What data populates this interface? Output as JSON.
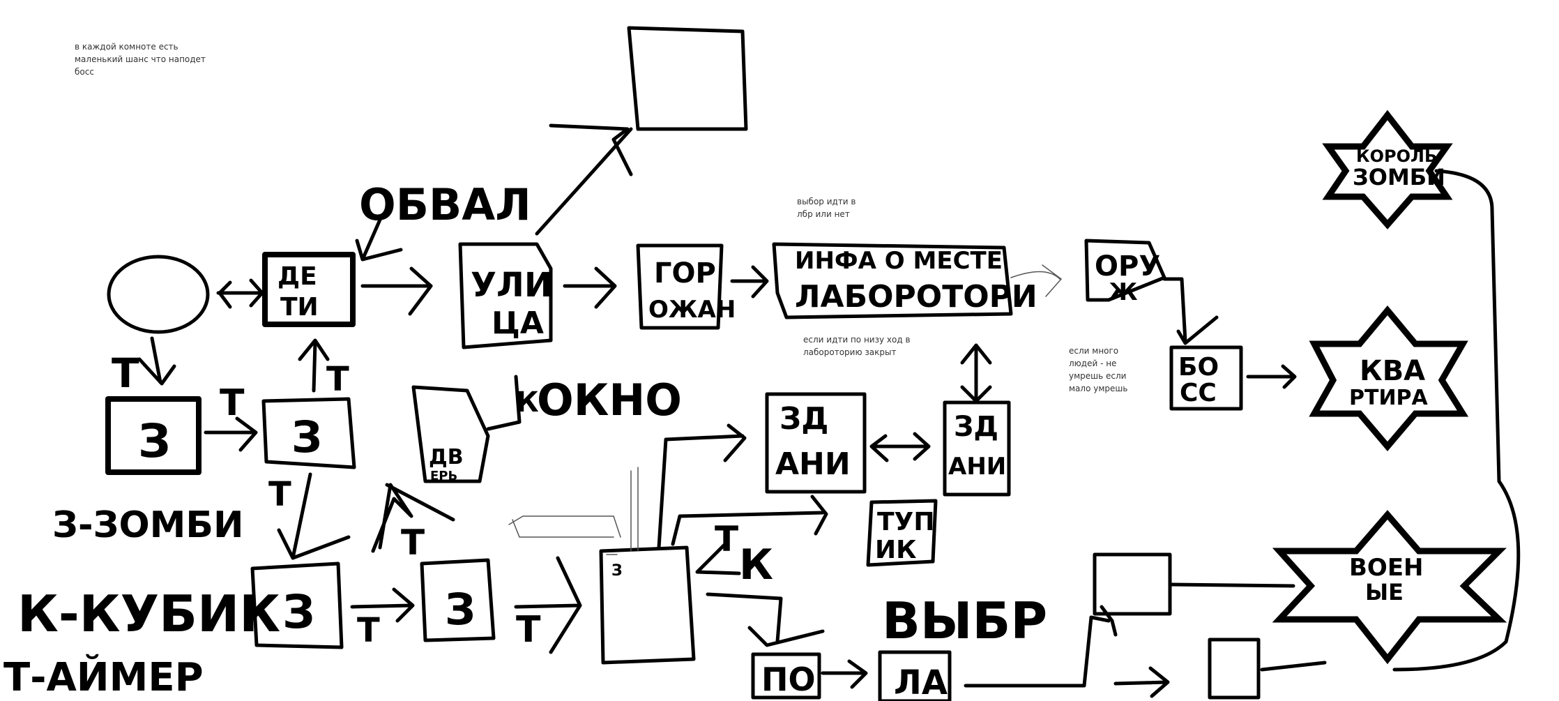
{
  "notes": {
    "boss_chance": "в каждой комноте есть\nмаленький шанс что наподет\nбосс",
    "lab_choice": "выбор идти в\nлбр или нет",
    "lab_closed": "если идти по низу ход в\nлабороторию закрыт",
    "people": "если много\nлюдей  - не\nумрешь если\nмало умрешь"
  },
  "legend": {
    "zombie": "З-ЗОМБИ",
    "cube": "К-КУБИК",
    "timer": "Т-АЙМЕР"
  },
  "nodes": {
    "deti_1": "ДЕ",
    "deti_2": "ТИ",
    "ulitsa_1": "УЛИ",
    "ulitsa_2": "ЦА",
    "gor_1": "ГОР",
    "gor_2": "ОЖАН",
    "info_1": "ИНФА О МЕСТЕ",
    "info_2": "ЛАБОРОТОРИ",
    "oruzh_1": "ОРУ",
    "oruzh_2": "Ж",
    "boss_1": "БО",
    "boss_2": "СС",
    "dver_1": "ДВ",
    "dver_2": "ЕРЬ",
    "zdan_a_1": "ЗД",
    "zdan_a_2": "АНИ",
    "zdan_b_1": "ЗД",
    "zdan_b_2": "АНИ",
    "tupik_1": "ТУП",
    "tupik_2": "ИК",
    "po": "ПО",
    "la": "ЛА",
    "z1": "З",
    "z2": "З",
    "z3": "З",
    "z4": "З",
    "small_z": "З",
    "korol_1": "КОРОЛЬ",
    "korol_2": "ЗОМБИ",
    "kvartira_1": "КВА",
    "kvartira_2": "РТИРА",
    "voen_1": "ВОЕН",
    "voen_2": "ЫЕ"
  },
  "labels": {
    "obval": "ОБВАЛ",
    "okno": "ОКНО",
    "vybr": "ВЫБР",
    "t1": "Т",
    "t2": "Т",
    "t3": "Т",
    "t4": "Т",
    "t5": "Т",
    "t6": "Т",
    "t7": "Т",
    "tk_t": "Т",
    "tk_k": "К",
    "okno_k": "К"
  },
  "colors": {
    "ink": "#000000",
    "thin_ink": "#555555"
  }
}
